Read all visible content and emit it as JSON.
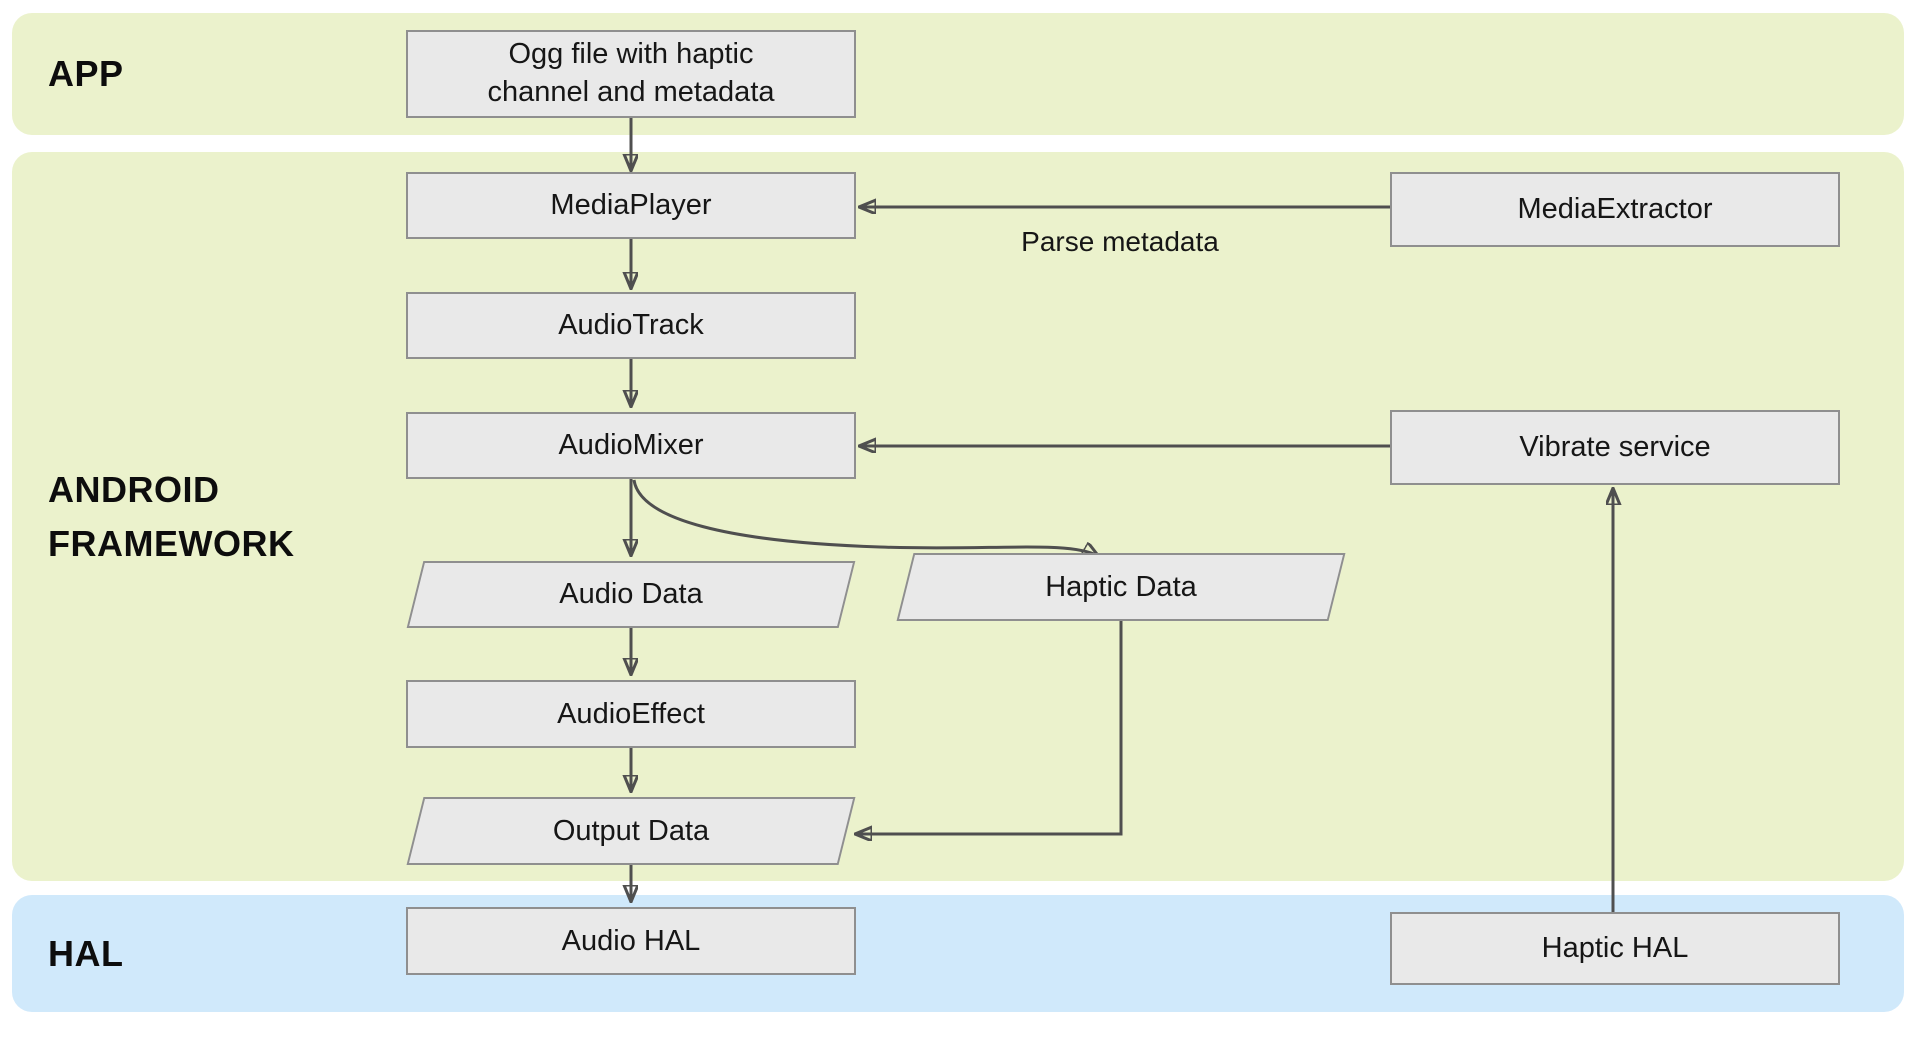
{
  "colors": {
    "band_green": "#ebf2cc",
    "band_blue": "#d0e9fb",
    "node_fill": "#e9e9e9",
    "node_border": "#8f8f8f",
    "arrow": "#4f4f4f",
    "text": "#161616"
  },
  "bands": {
    "app": {
      "label": "APP"
    },
    "framework": {
      "label": "ANDROID FRAMEWORK"
    },
    "hal": {
      "label": "HAL"
    }
  },
  "nodes": {
    "ogg": {
      "label": "Ogg file with haptic\nchannel and metadata",
      "shape": "rect"
    },
    "mediaplayer": {
      "label": "MediaPlayer",
      "shape": "rect"
    },
    "mediaextractor": {
      "label": "MediaExtractor",
      "shape": "rect"
    },
    "audiotrack": {
      "label": "AudioTrack",
      "shape": "rect"
    },
    "audiomixer": {
      "label": "AudioMixer",
      "shape": "rect"
    },
    "vibrateservice": {
      "label": "Vibrate service",
      "shape": "rect"
    },
    "audiodata": {
      "label": "Audio Data",
      "shape": "parallelogram"
    },
    "hapticdata": {
      "label": "Haptic Data",
      "shape": "parallelogram"
    },
    "audioeffect": {
      "label": "AudioEffect",
      "shape": "rect"
    },
    "outputdata": {
      "label": "Output Data",
      "shape": "parallelogram"
    },
    "audiohal": {
      "label": "Audio HAL",
      "shape": "rect"
    },
    "haptichal": {
      "label": "Haptic HAL",
      "shape": "rect"
    }
  },
  "edges": {
    "parse_metadata_label": "Parse metadata",
    "list": [
      "ogg -> mediaplayer",
      "mediaextractor -> mediaplayer (Parse metadata)",
      "mediaplayer -> audiotrack",
      "audiotrack -> audiomixer",
      "vibrateservice -> audiomixer",
      "audiomixer -> audiodata",
      "audiomixer -> hapticdata",
      "audiodata -> audioeffect",
      "audioeffect -> outputdata",
      "hapticdata -> outputdata",
      "outputdata -> audiohal",
      "haptichal -> vibrateservice"
    ]
  }
}
